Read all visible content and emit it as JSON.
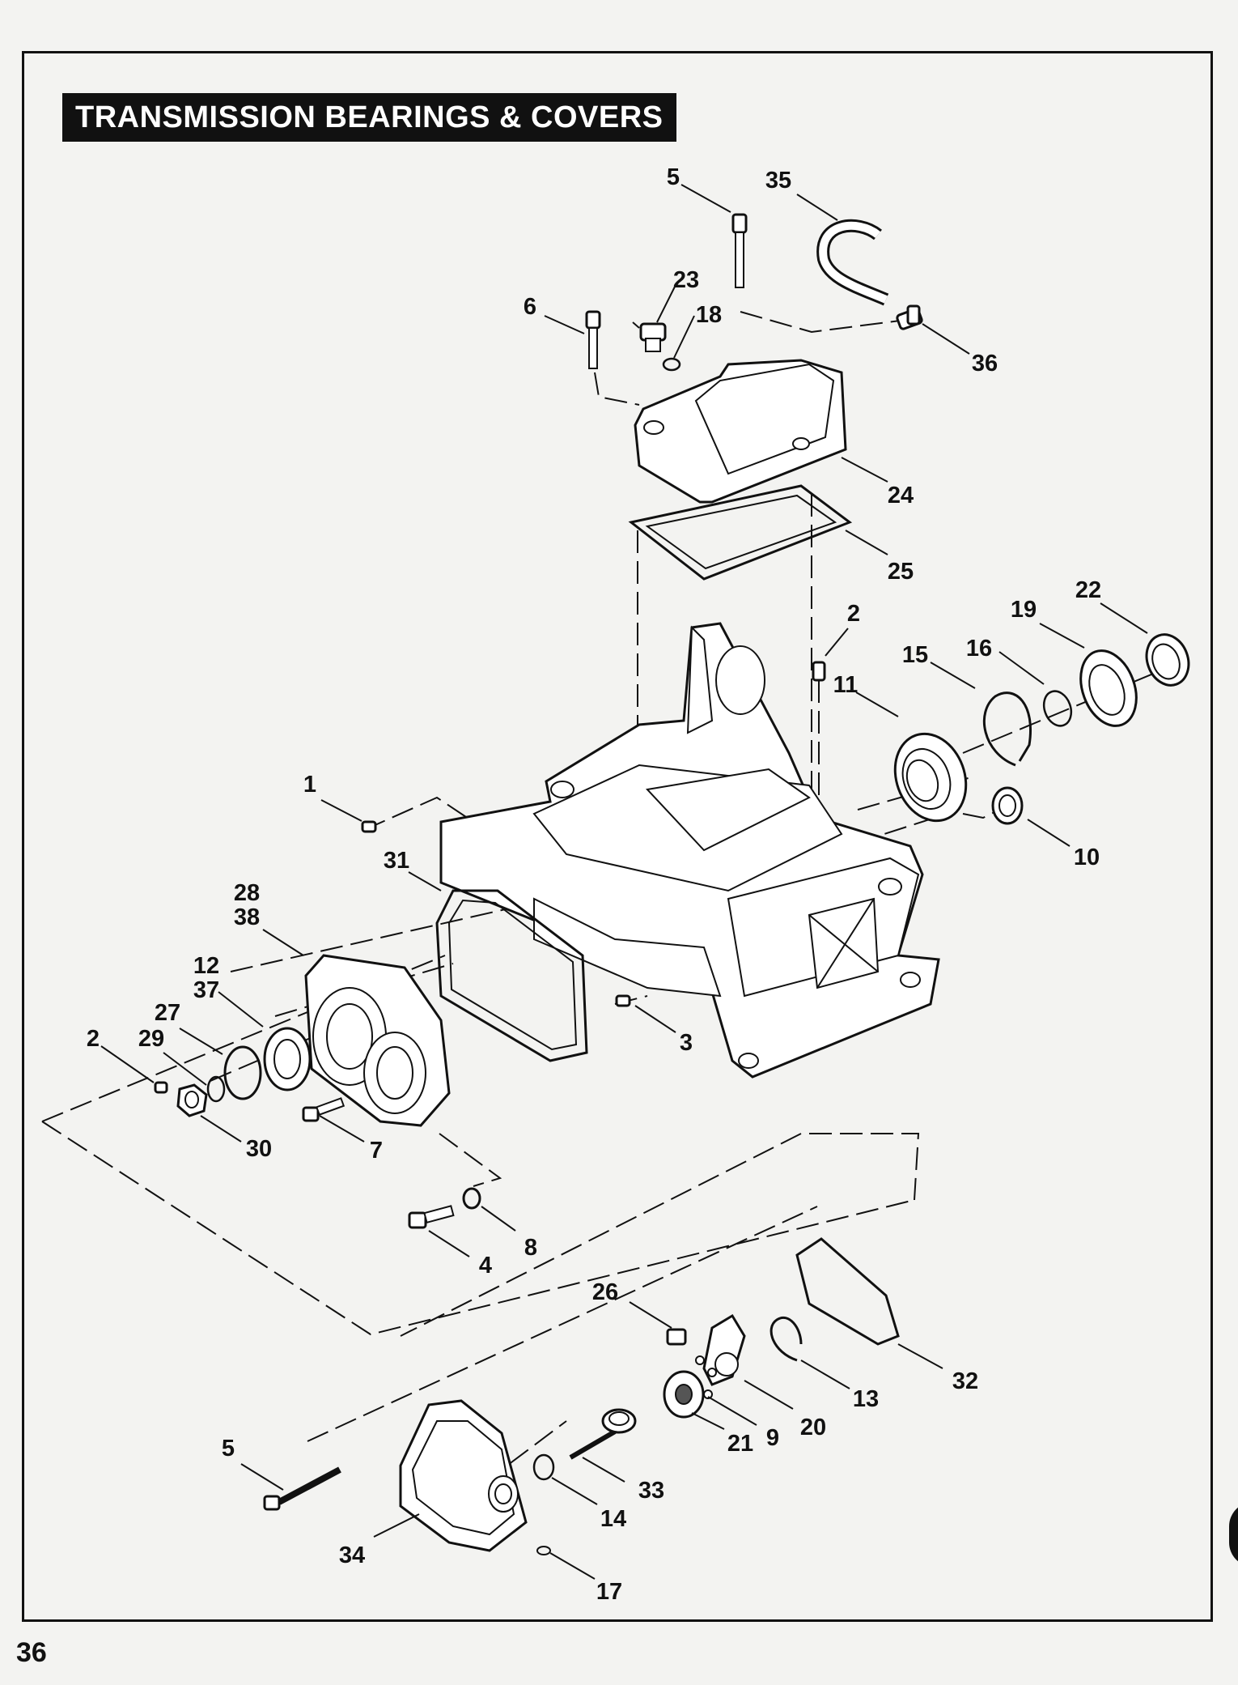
{
  "page": {
    "title": "TRANSMISSION BEARINGS & COVERS",
    "page_number": "36"
  },
  "callouts": [
    {
      "id": "c1",
      "text": "1"
    },
    {
      "id": "c2a",
      "text": "2"
    },
    {
      "id": "c2b",
      "text": "2"
    },
    {
      "id": "c3",
      "text": "3"
    },
    {
      "id": "c4",
      "text": "4"
    },
    {
      "id": "c5a",
      "text": "5"
    },
    {
      "id": "c5b",
      "text": "5"
    },
    {
      "id": "c6",
      "text": "6"
    },
    {
      "id": "c7",
      "text": "7"
    },
    {
      "id": "c8",
      "text": "8"
    },
    {
      "id": "c9",
      "text": "9"
    },
    {
      "id": "c10",
      "text": "10"
    },
    {
      "id": "c11",
      "text": "11"
    },
    {
      "id": "c12",
      "text": "12"
    },
    {
      "id": "c37",
      "text": "37"
    },
    {
      "id": "c13",
      "text": "13"
    },
    {
      "id": "c14",
      "text": "14"
    },
    {
      "id": "c15",
      "text": "15"
    },
    {
      "id": "c16",
      "text": "16"
    },
    {
      "id": "c17",
      "text": "17"
    },
    {
      "id": "c18",
      "text": "18"
    },
    {
      "id": "c19",
      "text": "19"
    },
    {
      "id": "c20",
      "text": "20"
    },
    {
      "id": "c21",
      "text": "21"
    },
    {
      "id": "c22",
      "text": "22"
    },
    {
      "id": "c23",
      "text": "23"
    },
    {
      "id": "c24",
      "text": "24"
    },
    {
      "id": "c25",
      "text": "25"
    },
    {
      "id": "c26",
      "text": "26"
    },
    {
      "id": "c27",
      "text": "27"
    },
    {
      "id": "c28",
      "text": "28"
    },
    {
      "id": "c38",
      "text": "38"
    },
    {
      "id": "c29",
      "text": "29"
    },
    {
      "id": "c30",
      "text": "30"
    },
    {
      "id": "c31",
      "text": "31"
    },
    {
      "id": "c32",
      "text": "32"
    },
    {
      "id": "c33",
      "text": "33"
    },
    {
      "id": "c34",
      "text": "34"
    },
    {
      "id": "c35",
      "text": "35"
    },
    {
      "id": "c36",
      "text": "36"
    }
  ]
}
